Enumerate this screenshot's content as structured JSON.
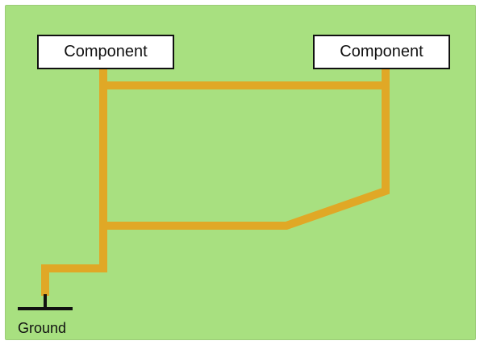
{
  "colors": {
    "board_fill": "#a8e080",
    "board_border": "#9ccc78",
    "trace": "#e0a826",
    "ground_symbol": "#111111"
  },
  "components": [
    {
      "label": "Component"
    },
    {
      "label": "Component"
    }
  ],
  "ground": {
    "label": "Ground"
  }
}
